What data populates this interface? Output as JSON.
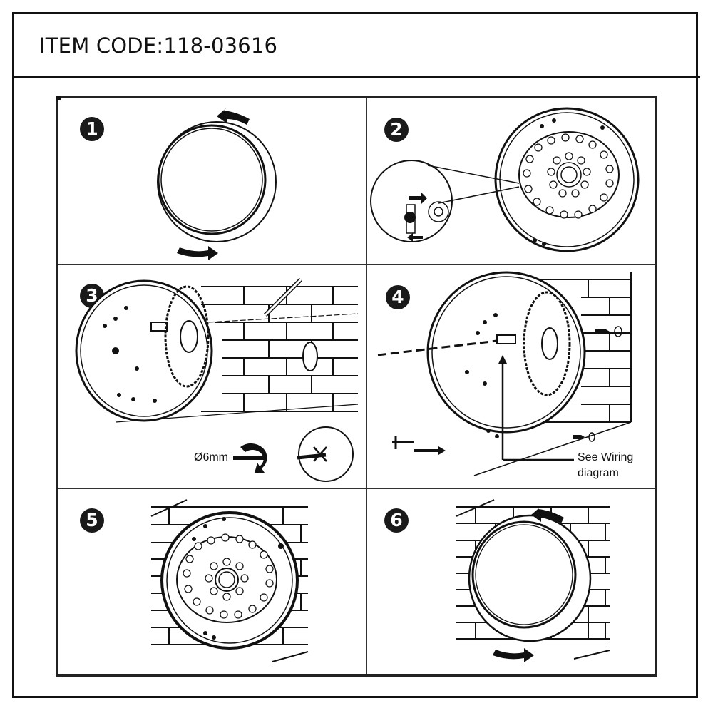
{
  "header": {
    "item_code": "ITEM CODE:118-03616"
  },
  "steps": [
    {
      "number": "1",
      "illustration": "rotate-cover-off"
    },
    {
      "number": "2",
      "illustration": "release-clip-detail"
    },
    {
      "number": "3",
      "illustration": "mark-and-drill-wall"
    },
    {
      "number": "4",
      "illustration": "fix-base-and-wire"
    },
    {
      "number": "5",
      "illustration": "base-mounted-on-wall"
    },
    {
      "number": "6",
      "illustration": "rotate-cover-on"
    }
  ],
  "annotations": {
    "drill_size": "Ø6mm",
    "wiring_note_line1": "See Wiring",
    "wiring_note_line2": "diagram"
  },
  "colors": {
    "ink": "#111111",
    "background": "#ffffff"
  }
}
